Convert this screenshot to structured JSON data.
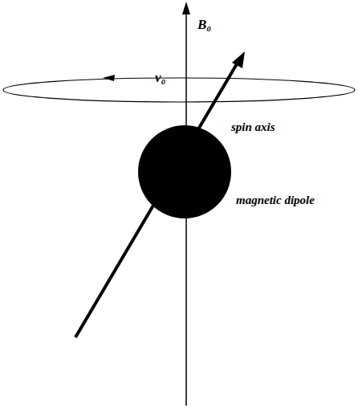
{
  "diagram": {
    "labels": [
      "B₀",
      "ν₀",
      "spin axis",
      "magnetic dipole"
    ]
  }
}
